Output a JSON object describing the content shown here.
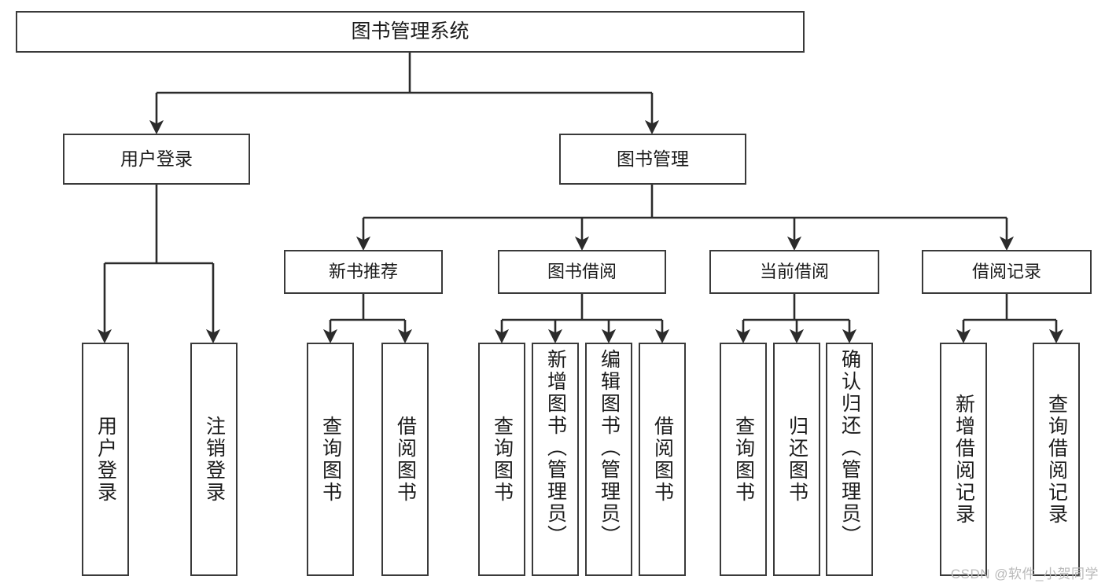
{
  "diagram": {
    "title": "图书管理系统",
    "type": "功能结构图",
    "watermark": "CSDN @软件_小贺同学",
    "colors": {
      "box_border": "#3a3a3a",
      "box_fill": "#ffffff",
      "edge": "#2b2b2b",
      "text": "#1b1b1b",
      "watermark": "#b9b9b9",
      "background": "#ffffff"
    },
    "root": {
      "label": "图书管理系统"
    },
    "level1": [
      {
        "label": "用户登录"
      },
      {
        "label": "图书管理"
      }
    ],
    "level2": [
      {
        "label": "新书推荐"
      },
      {
        "label": "图书借阅"
      },
      {
        "label": "当前借阅"
      },
      {
        "label": "借阅记录"
      }
    ],
    "leaves": {
      "user_login": [
        {
          "label": "用户登录"
        },
        {
          "label": "注销登录"
        }
      ],
      "new_book_recommend": [
        {
          "label": "查询图书"
        },
        {
          "label": "借阅图书"
        }
      ],
      "book_borrow": [
        {
          "label": "查询图书"
        },
        {
          "label": "新增图书（管理员）"
        },
        {
          "label": "编辑图书（管理员）"
        },
        {
          "label": "借阅图书"
        }
      ],
      "current_borrow": [
        {
          "label": "查询图书"
        },
        {
          "label": "归还图书"
        },
        {
          "label": "确认归还（管理员）"
        }
      ],
      "borrow_record": [
        {
          "label": "新增借阅记录"
        },
        {
          "label": "查询借阅记录"
        }
      ]
    }
  }
}
